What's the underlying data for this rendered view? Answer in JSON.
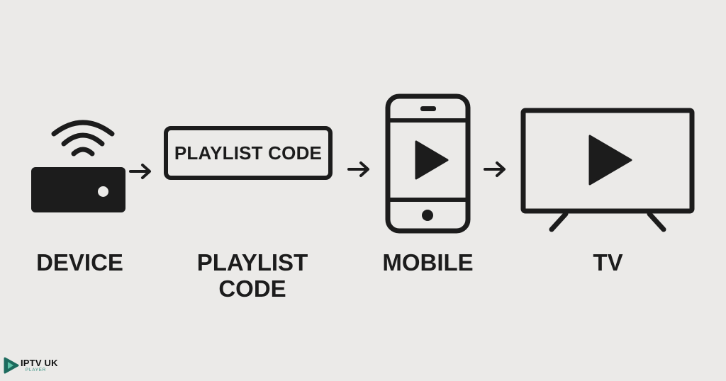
{
  "steps": [
    {
      "label": "DEVICE"
    },
    {
      "label_line1": "PLAYLIST",
      "label_line2": "CODE",
      "box_text": "PLAYLIST CODE"
    },
    {
      "label": "MOBILE"
    },
    {
      "label": "TV"
    }
  ],
  "logo": {
    "name": "IPTV UK",
    "subtitle": "PLAYER"
  },
  "colors": {
    "background": "#ebeae8",
    "ink": "#1c1c1c",
    "logo_accent": "#2a8a7a"
  },
  "icons": [
    "wifi-icon",
    "router-icon",
    "smartphone-icon",
    "play-icon",
    "tv-icon",
    "arrow-right-icon"
  ]
}
